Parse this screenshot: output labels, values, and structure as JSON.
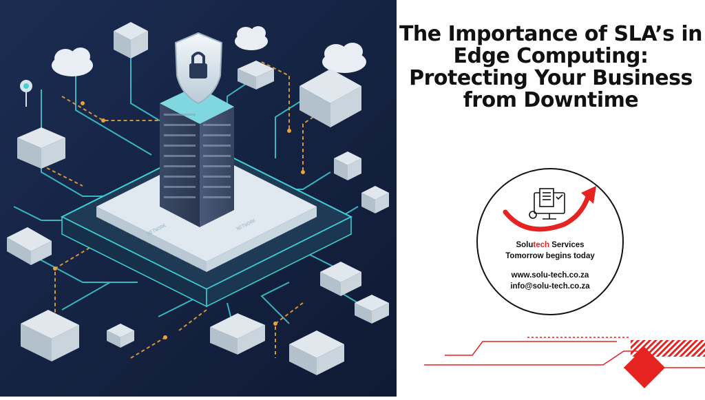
{
  "title_lines": [
    "The Importance of SLA’s in",
    "Edge Computing:",
    "Protecting Your Business",
    "from Downtime"
  ],
  "logo": {
    "brand_prefix": "Solu",
    "brand_highlight": "tech",
    "brand_suffix": " Services",
    "tagline": "Tomorrow begins today",
    "website": "www.solu-tech.co.za",
    "email": "info@solu-tech.co.za"
  },
  "illustration": {
    "labels": [
      "NETWORK",
      "NETWORK"
    ]
  },
  "colors": {
    "background_dark": "#13213f",
    "accent_red": "#e52421",
    "circuit_cyan": "#3fd0d8",
    "circuit_orange": "#e8a33a"
  }
}
